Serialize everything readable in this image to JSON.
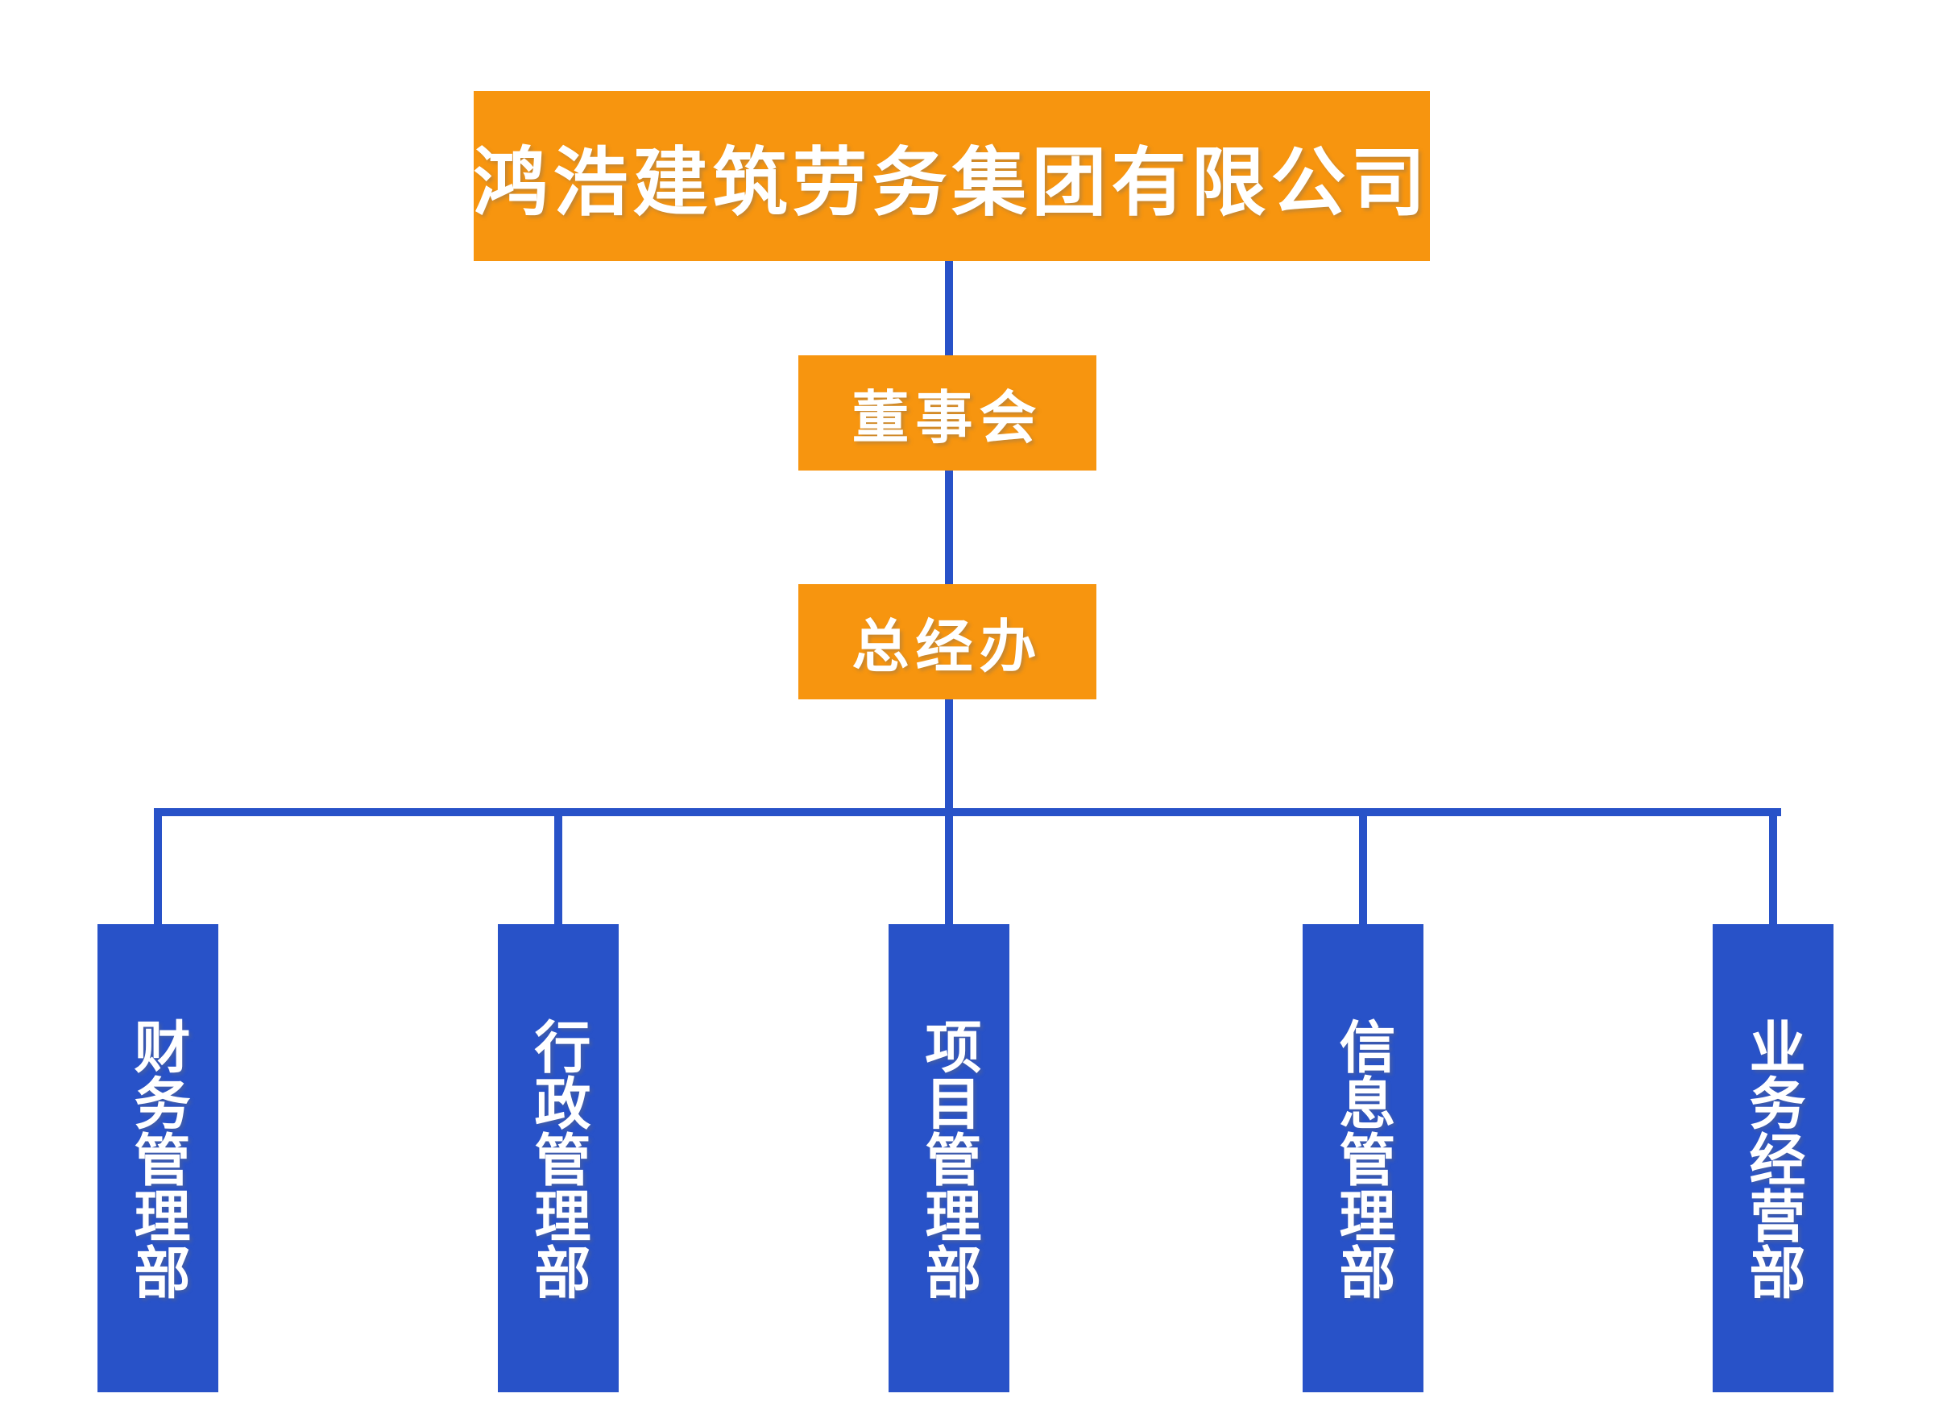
{
  "org_chart": {
    "type": "org-hierarchy",
    "colors": {
      "box_orange": "#F7950F",
      "box_blue": "#2852C8",
      "connector_blue": "#2852C8",
      "text": "#FFFFFF",
      "background": "#FFFFFF"
    },
    "root": {
      "label": "鸿浩建筑劳务集团有限公司"
    },
    "level2": {
      "label": "董事会"
    },
    "level3": {
      "label": "总经办"
    },
    "departments": [
      {
        "label": "财务管理部"
      },
      {
        "label": "行政管理部"
      },
      {
        "label": "项目管理部"
      },
      {
        "label": "信息管理部"
      },
      {
        "label": "业务经营部"
      }
    ]
  }
}
